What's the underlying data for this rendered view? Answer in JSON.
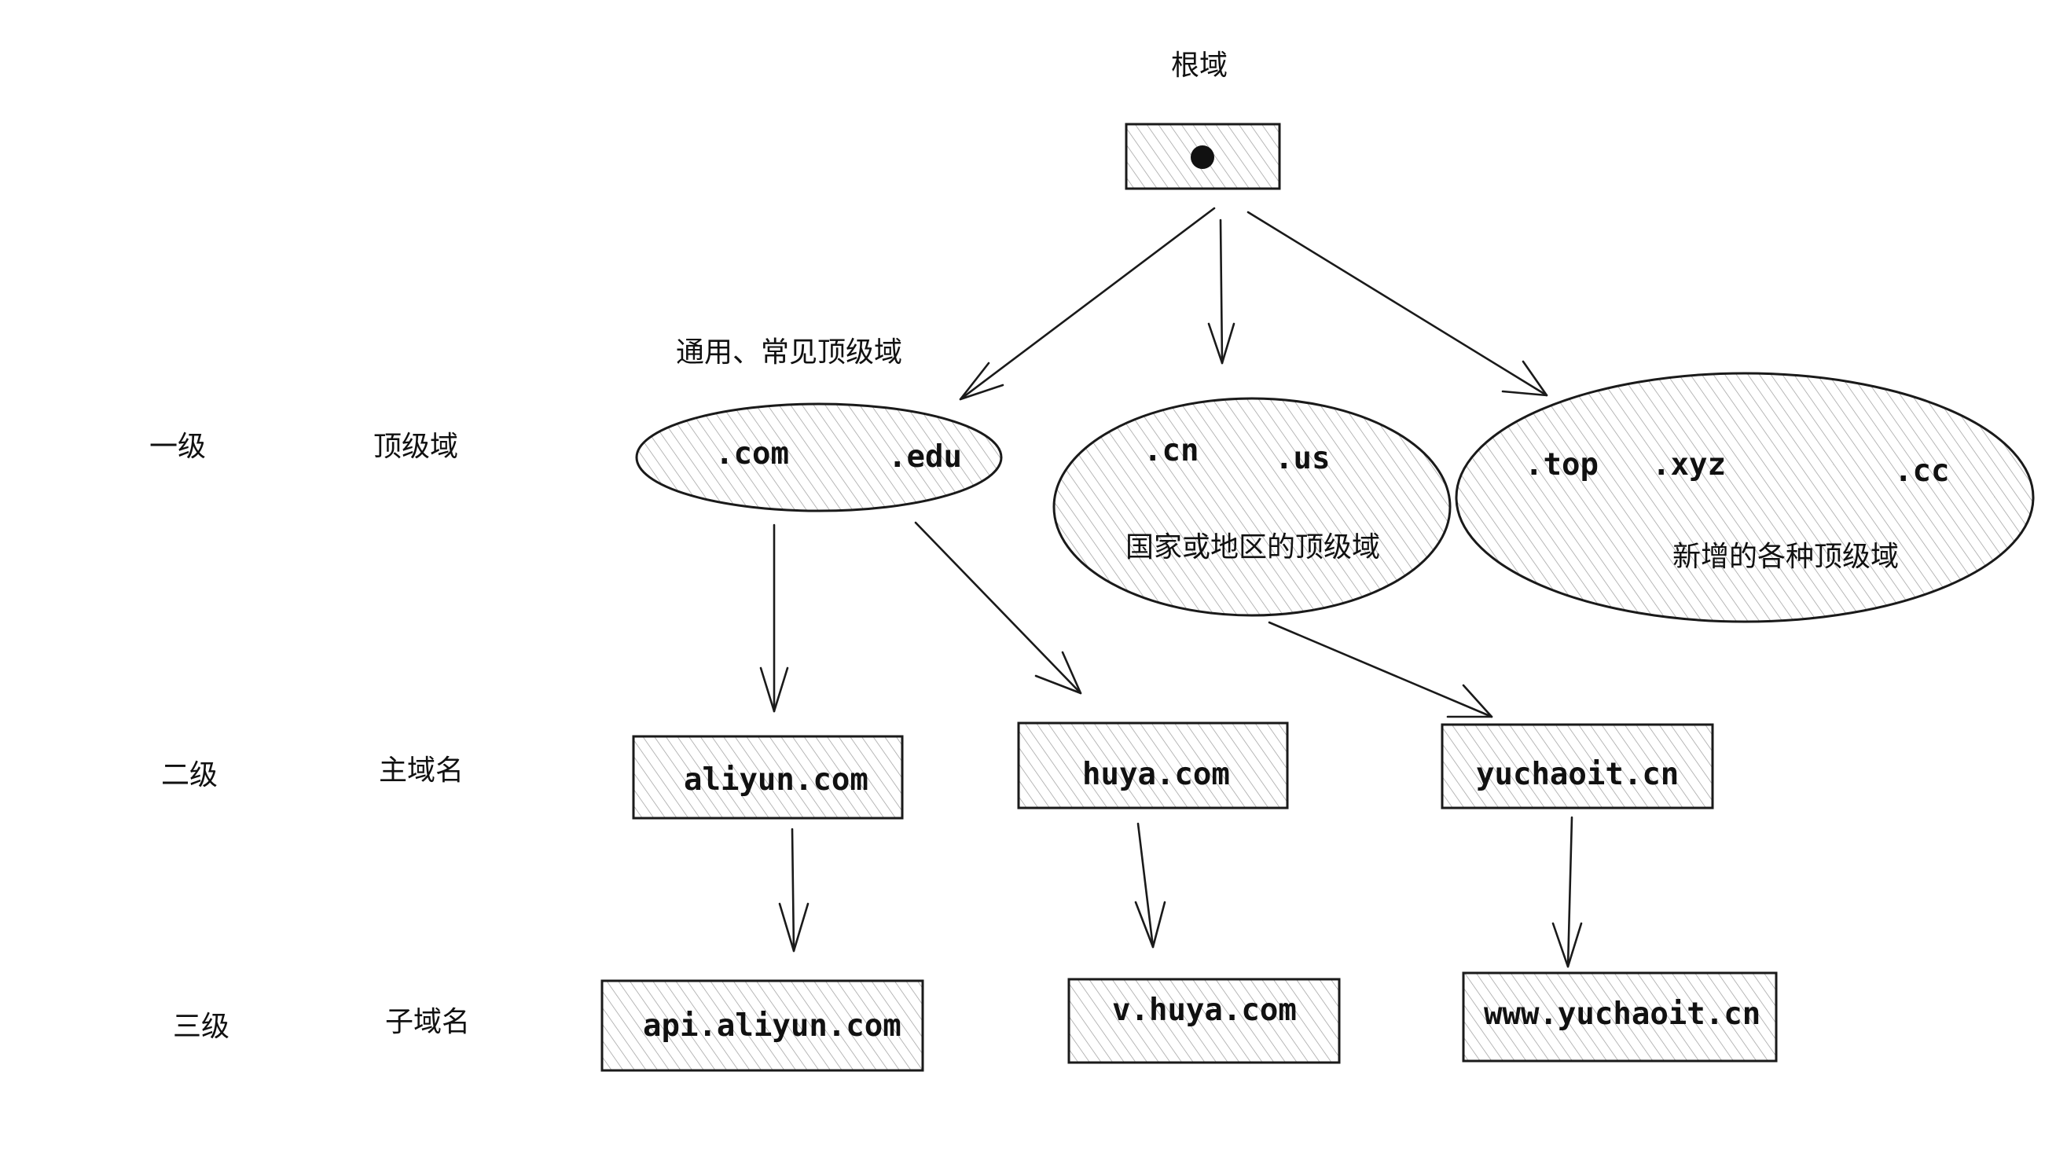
{
  "levels": [
    {
      "name": "一级",
      "type": "顶级域"
    },
    {
      "name": "二级",
      "type": "主域名"
    },
    {
      "name": "三级",
      "type": "子域名"
    }
  ],
  "root": {
    "label": "根域"
  },
  "groups": {
    "generic": {
      "caption": "通用、常见顶级域",
      "tlds": [
        ".com",
        ".edu"
      ]
    },
    "country": {
      "caption": "国家或地区的顶级域",
      "tlds": [
        ".cn",
        ".us"
      ]
    },
    "new": {
      "caption": "新增的各种顶级域",
      "tlds": [
        ".top",
        ".xyz",
        ".cc"
      ]
    }
  },
  "second_level": [
    "aliyun.com",
    "huya.com",
    "yuchaoit.cn"
  ],
  "third_level": [
    "api.aliyun.com",
    "v.huya.com",
    "www.yuchaoit.cn"
  ]
}
